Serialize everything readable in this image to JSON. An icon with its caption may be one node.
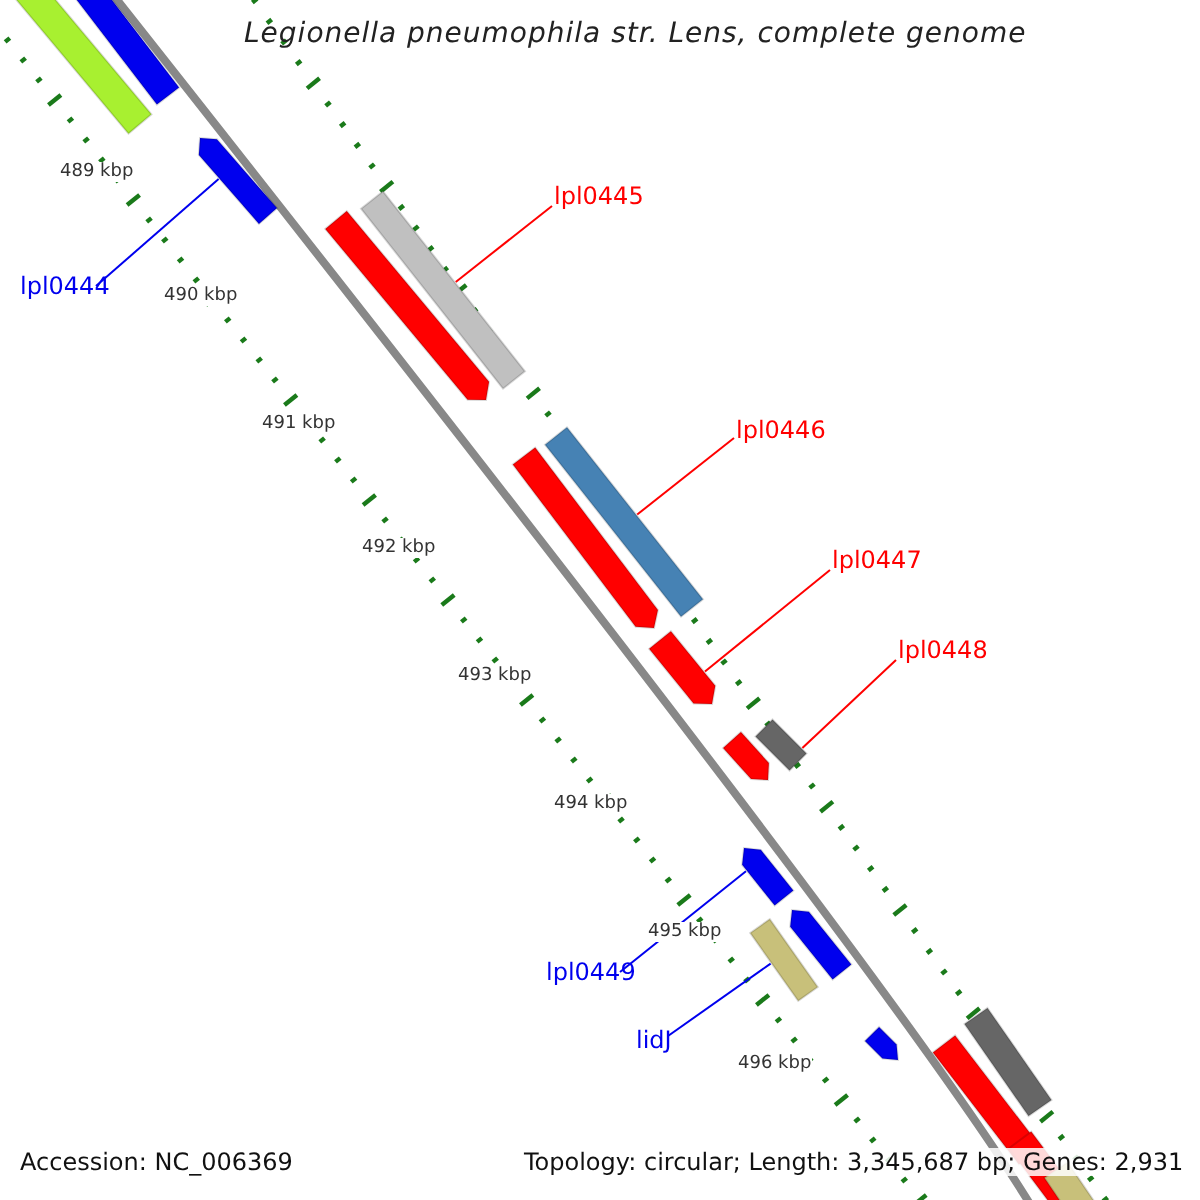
{
  "diagram": {
    "title": "Legionella pneumophila str. Lens, complete genome",
    "nodes": [
      {
        "text": [
          "lpl0445"
        ]
      },
      {
        "text": [],
        "shape": "bar"
      },
      {
        "text": [
          "lpl0446"
        ]
      },
      {
        "text": [],
        "shape": "bar"
      },
      {
        "text": [
          "lpl0447"
        ]
      },
      {
        "text": [],
        "shape": "bar"
      },
      {
        "text": [
          "lpl0448"
        ]
      },
      {
        "text": [],
        "shape": "bar"
      },
      {
        "text": [
          "lpl0444"
        ]
      },
      {
        "text": [],
        "shape": "bar"
      },
      {
        "text": [
          "lpl0449"
        ]
      },
      {
        "text": [],
        "shape": "bar"
      },
      {
        "text": [
          "lidJ"
        ]
      },
      {
        "text": [],
        "shape": "bar"
      }
    ],
    "edges": [
      {
        "from": 0,
        "to": 1,
        "arrow": "none"
      },
      {
        "from": 2,
        "to": 3,
        "arrow": "none"
      },
      {
        "from": 4,
        "to": 5,
        "arrow": "none"
      },
      {
        "from": 6,
        "to": 7,
        "arrow": "none"
      },
      {
        "from": 8,
        "to": 9,
        "arrow": "none",
        "color": "#0000ee"
      },
      {
        "from": 10,
        "to": 11,
        "arrow": "none",
        "color": "#0000ee"
      },
      {
        "from": 12,
        "to": 13,
        "arrow": "none",
        "color": "#0000ee"
      }
    ],
    "labels": [
      "489 kbp",
      "490 kbp",
      "491 kbp",
      "492 kbp",
      "493 kbp",
      "494 kbp",
      "495 kbp",
      "496 kbp",
      "Accession: NC_006369",
      "Topology: circular; Length: 3,345,687 bp; Genes: 2,931"
    ]
  }
}
